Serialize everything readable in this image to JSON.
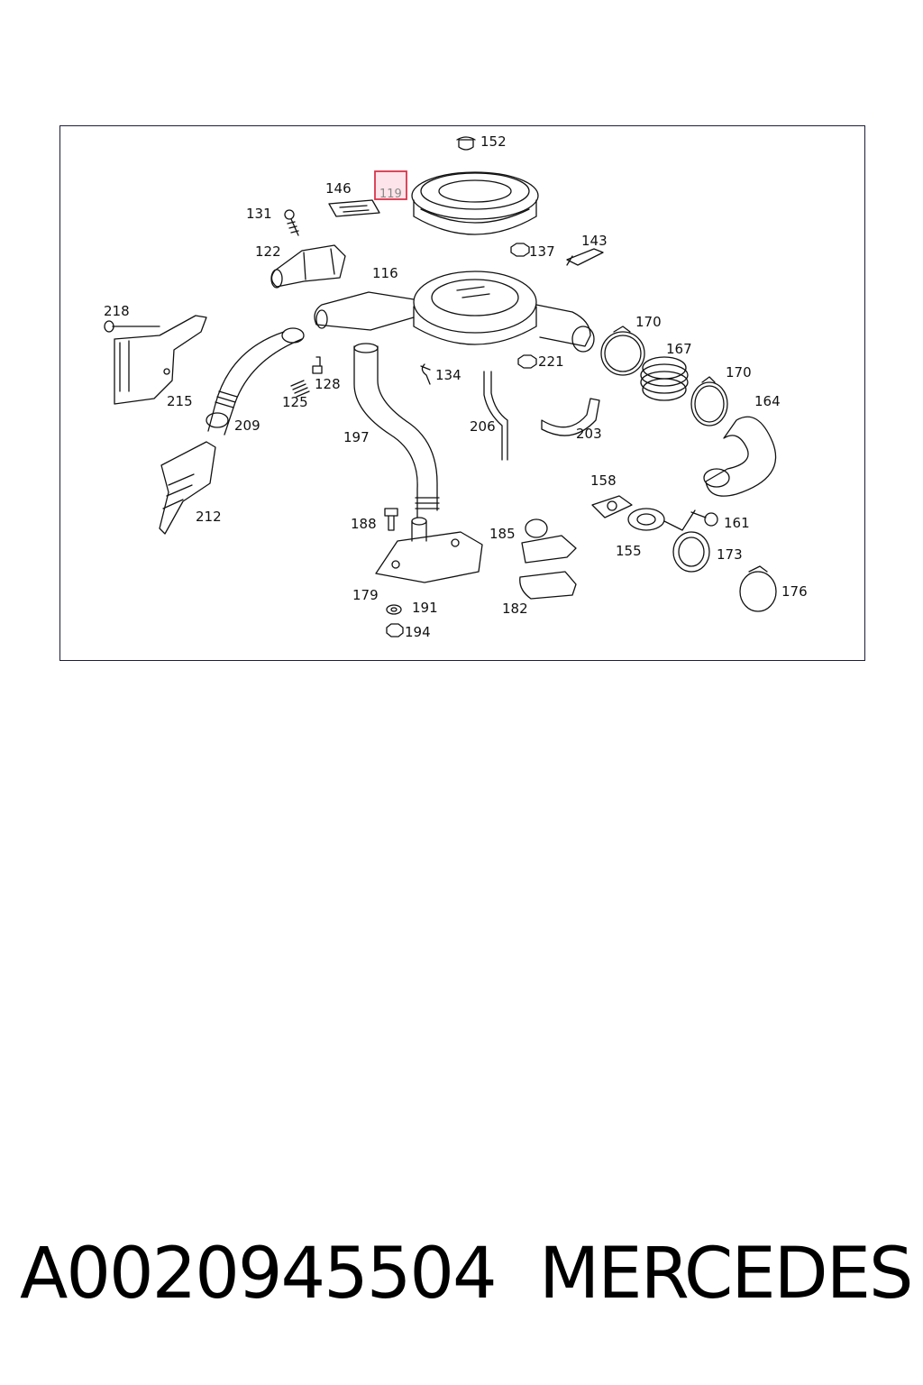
{
  "diagram": {
    "callouts": {
      "c152": "152",
      "c146": "146",
      "c119": "119",
      "c131": "131",
      "c137": "137",
      "c143": "143",
      "c122": "122",
      "c116": "116",
      "c218": "218",
      "c170a": "170",
      "c167": "167",
      "c221": "221",
      "c170b": "170",
      "c134": "134",
      "c128": "128",
      "c215": "215",
      "c125": "125",
      "c164": "164",
      "c209": "209",
      "c197": "197",
      "c206": "206",
      "c203": "203",
      "c158": "158",
      "c212": "212",
      "c188": "188",
      "c185": "185",
      "c161": "161",
      "c155": "155",
      "c173": "173",
      "c176": "176",
      "c179": "179",
      "c191": "191",
      "c182": "182",
      "c194": "194"
    },
    "highlighted_part": "119"
  },
  "footer": {
    "part_number": "A0020945504",
    "brand": "MERCEDES"
  }
}
